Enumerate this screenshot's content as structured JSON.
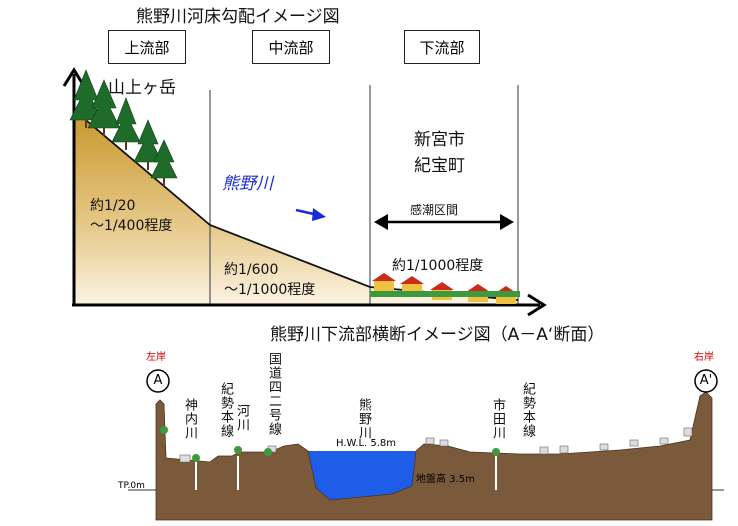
{
  "upper_title": "熊野川河床勾配イメージ図",
  "lower_title": "熊野川下流部横断イメージ図（A－A‘断面）",
  "sections": [
    "上流部",
    "中流部",
    "下流部"
  ],
  "mountain": "山上ヶ岳",
  "river_name": "熊野川",
  "town": [
    "新宮市",
    "紀宝町"
  ],
  "tidal_zone": "感潮区間",
  "gradients": {
    "upper": [
      "約1/20",
      "～1/400程度"
    ],
    "middle": [
      "約1/600",
      "～1/1000程度"
    ],
    "lower": "約1/1000程度"
  },
  "bank_left": "左岸",
  "bank_right": "右岸",
  "marker_left": "A",
  "marker_right": "A'",
  "cross_labels": {
    "kamiuchi": "神内川",
    "kisei_left": "紀勢本線",
    "kawagawa": "河川",
    "route42": "国道四二号線",
    "kumano": "熊野川",
    "ichida": "市田川",
    "kisei_right": "紀勢本線"
  },
  "hwl": "H.W.L. 5.8m",
  "ground_height": "地盤高 3.5m",
  "tp": "TP.0m",
  "colors": {
    "river_label": "#1a2bd6",
    "water": "#1e5de8",
    "soil": "#7b5a3c",
    "bank_label": "#dd0000"
  }
}
